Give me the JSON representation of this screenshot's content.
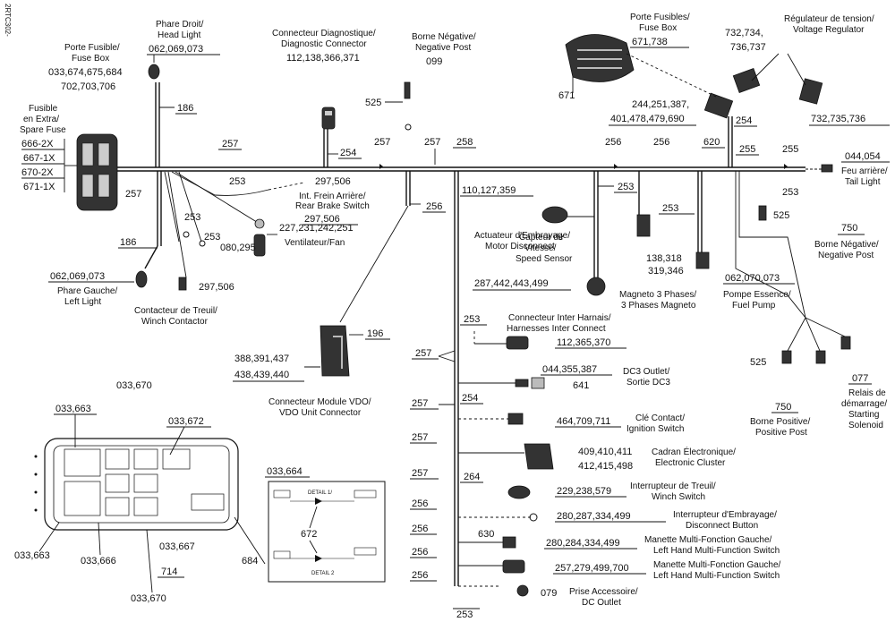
{
  "doc_code": "2RTC302-",
  "labels": {
    "phare_droit": "Phare Droit/",
    "headlight": "Head Light",
    "phare_droit_num": "062,069,073",
    "porte_fusible": "Porte Fusible/",
    "fuse_box": "Fuse Box",
    "fuse_box_num1": "033,674,675,684",
    "fuse_box_num2": "702,703,706",
    "connecteur_diag": "Connecteur Diagnostique/",
    "diag_connector": "Diagnostic Connector",
    "diag_num": "112,138,366,371",
    "borne_neg_fr": "Borne Négative/",
    "neg_post_en": "Negative Post",
    "neg_post_num": "099",
    "porte_fusibles_r": "Porte Fusibles/",
    "fuse_box_r": "Fuse Box",
    "fuse_box_r_num": "671,738",
    "reg_num1": "732,734,",
    "reg_num2": "736,737",
    "regulateur": "Régulateur de tension/",
    "voltage_reg": "Voltage Regulator",
    "n_671": "671",
    "n_244": "244,251,387,",
    "n_401": "401,478,479,690",
    "n_732b": "732,735,736",
    "fusible_extra": "Fusible",
    "en_extra": "en Extra/",
    "spare_fuse": "Spare Fuse",
    "f1": "666-2X",
    "f2": "667-1X",
    "f3": "670-2X",
    "f4": "671-1X",
    "w186a": "186",
    "w257a": "257",
    "w257b": "257",
    "w257c": "257",
    "w254a": "254",
    "w257d": "257",
    "w258": "258",
    "w256a": "256",
    "w256b": "256",
    "w620": "620",
    "w254b": "254",
    "w255": "255",
    "w255b": "255",
    "n_525a": "525",
    "n_044": "044,054",
    "feu_arriere": "Feu arrière/",
    "tail_light": "Tail Light",
    "w253a": "253",
    "n_297a": "297,506",
    "int_frein": "Int. Frein Arrière/",
    "rear_brake": "Rear Brake Switch",
    "n_297b": "297,506",
    "w253b": "253",
    "w253c": "253",
    "n_227": "227,231,242,251",
    "ventilateur": "Ventilateur/Fan",
    "n_080": "080,295",
    "w186b": "186",
    "n_062b": "062,069,073",
    "phare_gauche": "Phare Gauche/",
    "left_light": "Left Light",
    "n_297c": "297,506",
    "contacteur_treuil": "Contacteur de Treuil/",
    "winch_contactor": "Winch Contactor",
    "w256c": "256",
    "n_110": "110,127,359",
    "capteur": "Capteur de",
    "vitesse": "Vitesse/",
    "speed_sensor": "Speed Sensor",
    "w253d": "253",
    "w253e": "253",
    "w253f": "253",
    "n_525b": "525",
    "n_750a": "750",
    "borne_neg2": "Borne Négative/",
    "neg_post2": "Negative Post",
    "actuateur": "Actuateur d'Embrayage/",
    "motor_disc": "Motor Disconnect",
    "n_287": "287,442,443,499",
    "n_138": "138,318",
    "n_319": "319,346",
    "magneto_fr": "Magneto 3 Phases/",
    "magneto_en": "3 Phases Magneto",
    "n_062c": "062,070,073",
    "pompe": "Pompe Essence/",
    "fuel_pump": "Fuel Pump",
    "n_196": "196",
    "n_388": "388,391,437",
    "n_438": "438,439,440",
    "conn_vdo": "Connecteur Module VDO/",
    "vdo_unit": "VDO Unit Connector",
    "n_033_670": "033,670",
    "w253g": "253",
    "conn_inter": "Connecteur Inter Harnais/",
    "harness_inter": "Harnesses Inter Connect",
    "n_112b": "112,365,370",
    "w257e": "257",
    "n_044b": "044,355,387",
    "dc3_outlet": "DC3 Outlet/",
    "sortie_dc3": "Sortie DC3",
    "n_641": "641",
    "w257f": "257",
    "w254c": "254",
    "n_464": "464,709,711",
    "cle_contact": "Clé Contact/",
    "ignition": "Ignition Switch",
    "n_525c": "525",
    "n_750b": "750",
    "borne_pos": "Borne Positive/",
    "pos_post": "Positive Post",
    "n_077": "077",
    "relais1": "Relais de",
    "relais2": "démarrage/",
    "relais3": "Starting",
    "relais4": "Solenoid",
    "w257g": "257",
    "n_409": "409,410,411",
    "n_412": "412,415,498",
    "cadran": "Cadran Électronique/",
    "elec_cluster": "Electronic Cluster",
    "w257h": "257",
    "w264": "264",
    "n_229": "229,238,579",
    "interrupteur_treuil": "Interrupteur de Treuil/",
    "winch_switch": "Winch Switch",
    "w256d": "256",
    "n_280a": "280,287,334,499",
    "interrupteur_emb": "Interrupteur d'Embrayage/",
    "disc_button": "Disconnect Button",
    "w256e": "256",
    "n_630": "630",
    "n_280b": "280,284,334,499",
    "manette1_fr": "Manette Multi-Fonction Gauche/",
    "manette1_en": "Left Hand Multi-Function Switch",
    "w256f": "256",
    "n_257b": "257,279,499,700",
    "manette2_fr": "Manette Multi-Fonction Gauche/",
    "manette2_en": "Left Hand Multi-Function Switch",
    "w256g": "256",
    "n_079": "079",
    "prise1": "Prise Accessoire/",
    "prise2": "DC Outlet",
    "w253h": "253",
    "n_033_663a": "033,663",
    "n_033_672": "033,672",
    "n_033_664": "033,664",
    "detail1": "DETAIL 1/",
    "detail2": "DETAIL 2",
    "n_672": "672",
    "n_033_663b": "033,663",
    "n_033_666": "033,666",
    "n_033_667": "033,667",
    "n_714": "714",
    "n_684": "684",
    "n_033_670b": "033,670"
  }
}
